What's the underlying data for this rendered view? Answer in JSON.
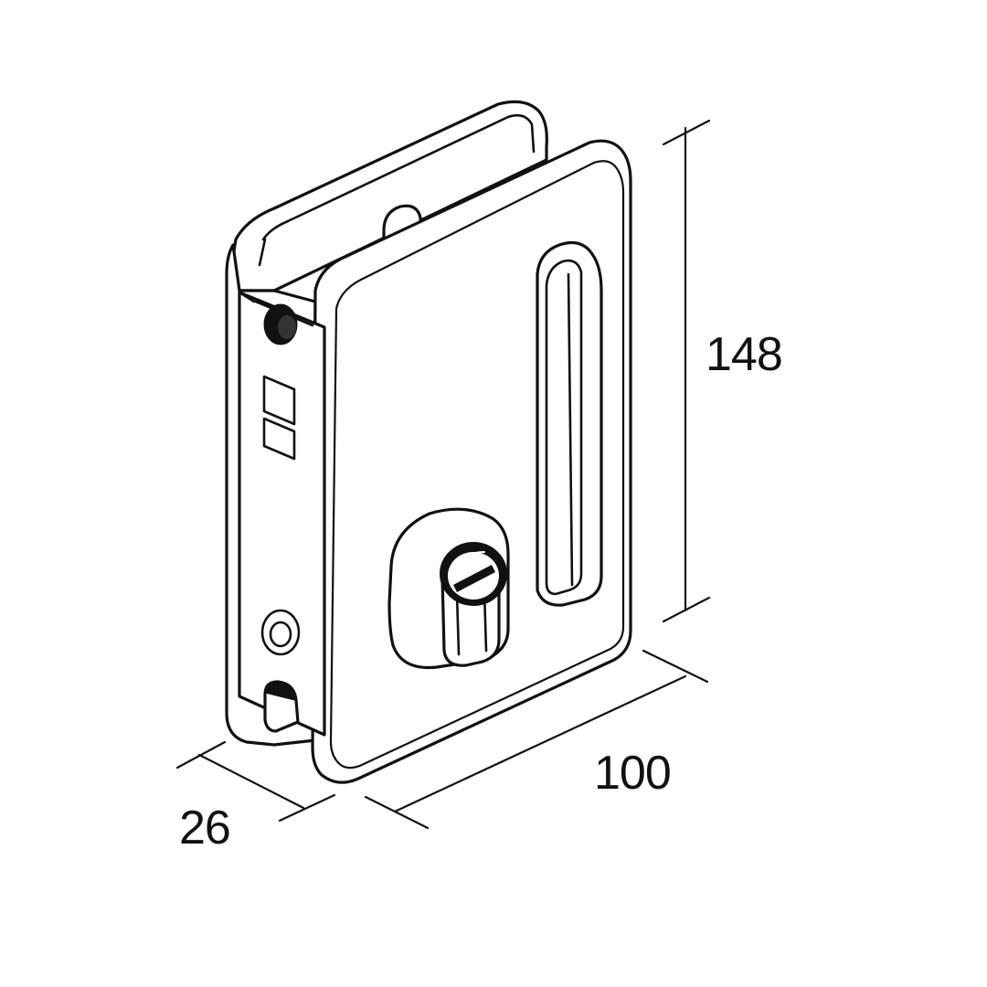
{
  "dimensions": {
    "height": "148",
    "width": "100",
    "depth": "26"
  },
  "colors": {
    "line": "#111111",
    "background": "#ffffff"
  }
}
